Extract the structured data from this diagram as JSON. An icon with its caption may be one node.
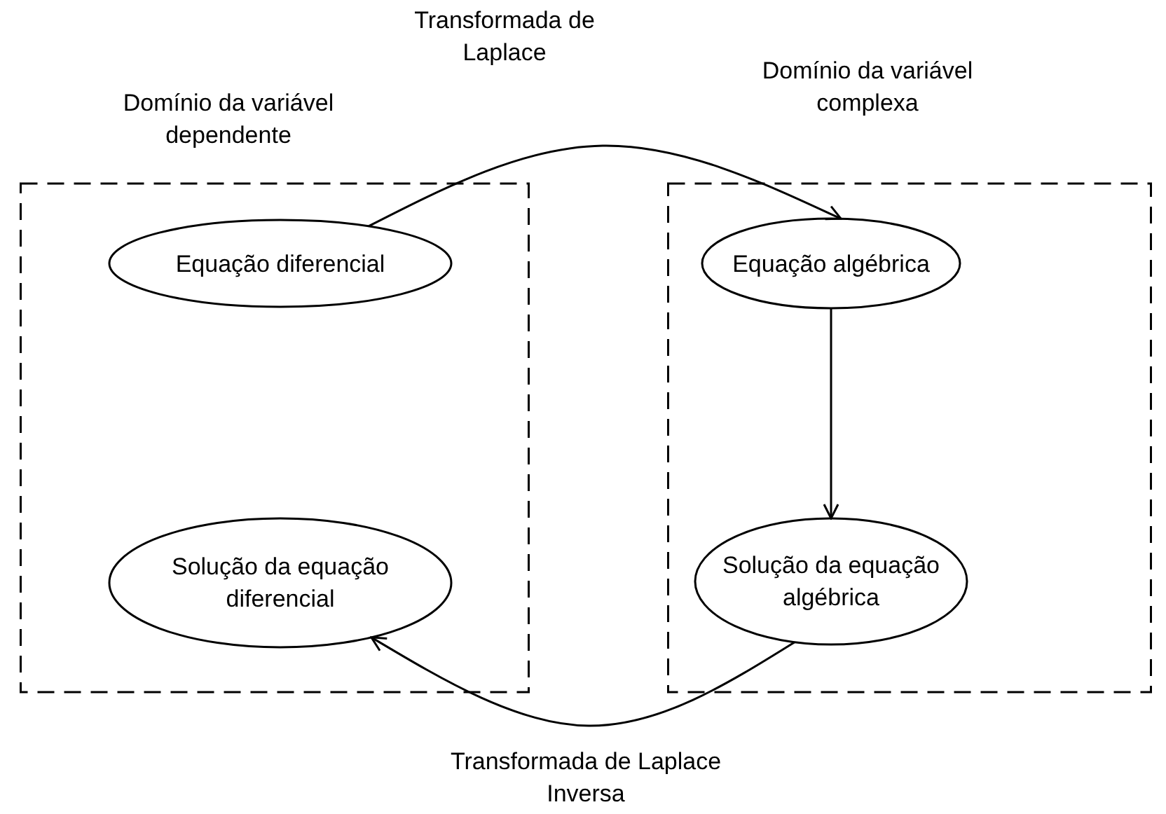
{
  "diagram": {
    "nodes": [
      {
        "text": [
          "Domínio da variável dependente"
        ]
      },
      {
        "text": [
          "Equação diferencial"
        ],
        "in": 0
      },
      {
        "text": [
          "Solução da equação diferencial"
        ],
        "in": 0
      },
      {
        "text": [
          "Domínio da variável complexa"
        ]
      },
      {
        "text": [
          "Equação algébrica"
        ],
        "in": 3
      },
      {
        "text": [
          "Solução da equação algébrica"
        ],
        "in": 3
      }
    ],
    "edges": [
      {
        "from": 1,
        "to": 4,
        "arrow": "to",
        "label": "Transformada de Laplace"
      },
      {
        "from": 4,
        "to": 5,
        "arrow": "to"
      },
      {
        "from": 5,
        "to": 2,
        "arrow": "to",
        "label": "Transformada de Laplace Inversa"
      }
    ]
  }
}
